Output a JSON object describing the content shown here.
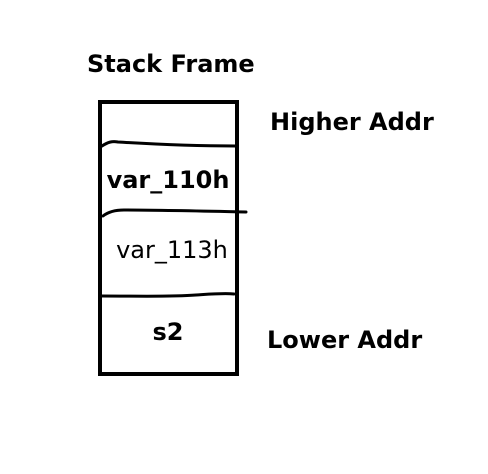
{
  "diagram": {
    "title": "Stack Frame",
    "higher_label": "Higher Addr",
    "lower_label": "Lower Addr",
    "cells": [
      {
        "label": "var_110h"
      },
      {
        "label": "var_113h"
      },
      {
        "label": "s2"
      }
    ]
  },
  "colors": {
    "stroke": "#000000",
    "background": "#ffffff"
  }
}
